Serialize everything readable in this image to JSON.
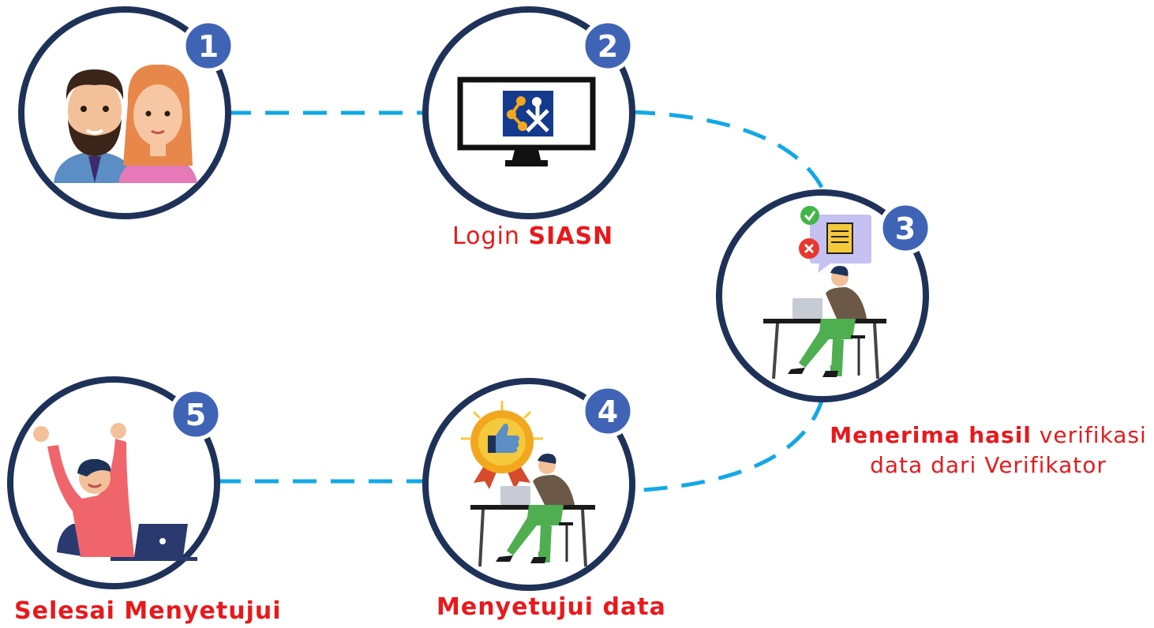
{
  "colors": {
    "ring": "#1e3259",
    "badge": "#3f64b6",
    "connector": "#12a8e6",
    "caption_red": "#e8191c"
  },
  "steps": [
    {
      "number": "1",
      "icon": "users-couple-icon",
      "caption_bold": "",
      "caption_regular": ""
    },
    {
      "number": "2",
      "icon": "monitor-siasn-logo-icon",
      "caption_prefix": "Login ",
      "caption_bold": "SIASN"
    },
    {
      "number": "3",
      "icon": "verification-worker-icon",
      "caption_bold": "Menerima hasil",
      "caption_regular": " verifikasi",
      "caption_line2": "data dari Verifikator"
    },
    {
      "number": "4",
      "icon": "approval-badge-worker-icon",
      "caption_bold": "Menyetujui data"
    },
    {
      "number": "5",
      "icon": "celebrating-person-icon",
      "caption_bold": "Selesai Menyetujui"
    }
  ]
}
